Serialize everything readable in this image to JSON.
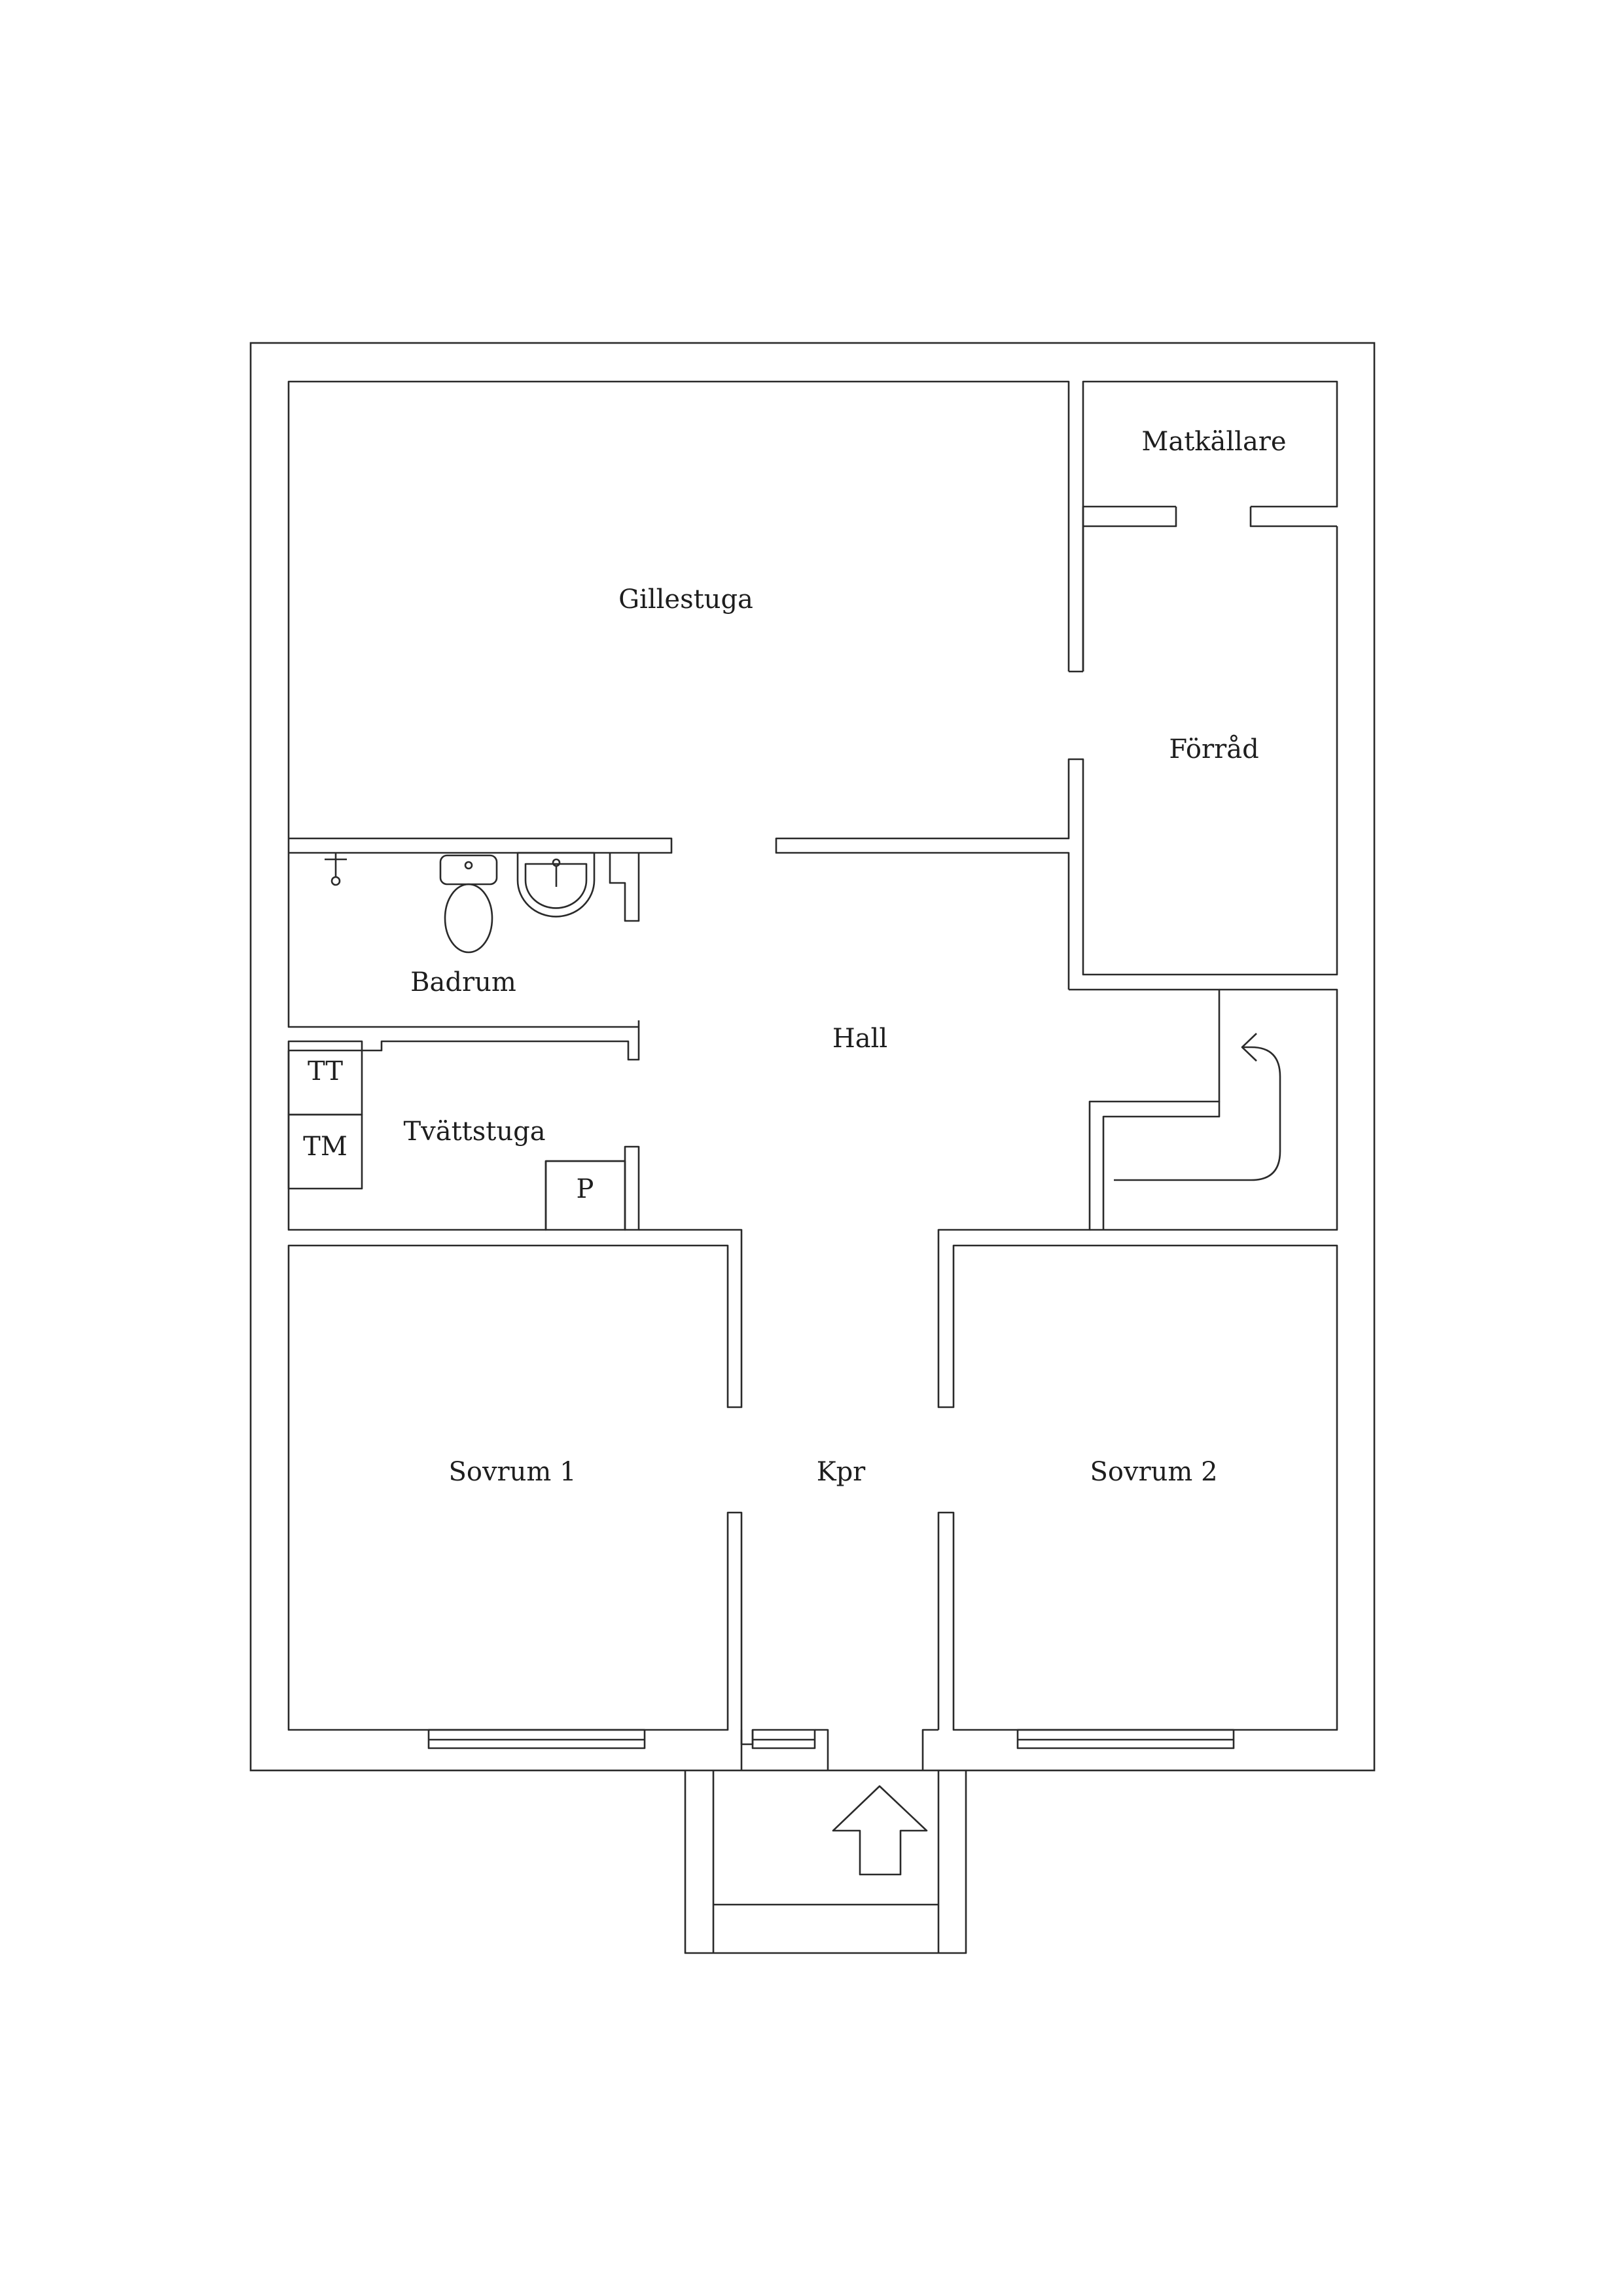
{
  "rooms": {
    "gillestuga": "Gillestuga",
    "matkallare": "Matkällare",
    "forrad": "Förråd",
    "badrum": "Badrum",
    "hall": "Hall",
    "tvattstuga": "Tvättstuga",
    "sovrum1": "Sovrum 1",
    "kpr": "Kpr",
    "sovrum2": "Sovrum 2"
  },
  "appliances": {
    "tt": "TT",
    "tm": "TM",
    "p": "P"
  },
  "icons": [
    "shower-icon",
    "toilet-icon",
    "sink-icon",
    "stairs-arrow-icon",
    "entrance-arrow-icon"
  ],
  "colors": {
    "line": "#2a2a2a",
    "background": "#ffffff"
  }
}
